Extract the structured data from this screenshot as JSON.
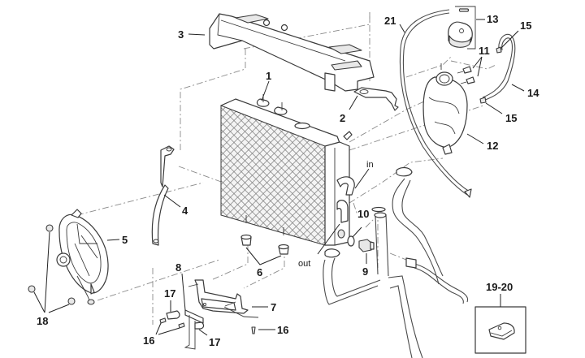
{
  "diagram": {
    "title": "Radiator assembly exploded parts view",
    "callouts": {
      "radiator": "1",
      "upper_bracket": "2",
      "radiator_cover": "3",
      "fan_bracket": "4",
      "cooling_fan": "5",
      "rubber_grommets": "6",
      "lower_support": "7",
      "support_plate": "8",
      "thermoswitch": "9",
      "sealing_washer": "10",
      "screws_tank": "11",
      "expansion_tank": "12",
      "filler_cap": "13",
      "overflow_hose": "14",
      "hose_clamp_top": "15",
      "hose_clamp_bottom": "15",
      "screw_right": "16",
      "screws_left": "16",
      "spacer_top": "17",
      "spacer_bottom": "17",
      "fan_nuts": "18",
      "clip_kit": "19-20",
      "vent_hose": "21"
    },
    "flow_labels": {
      "inlet": "in",
      "outlet": "out"
    }
  }
}
